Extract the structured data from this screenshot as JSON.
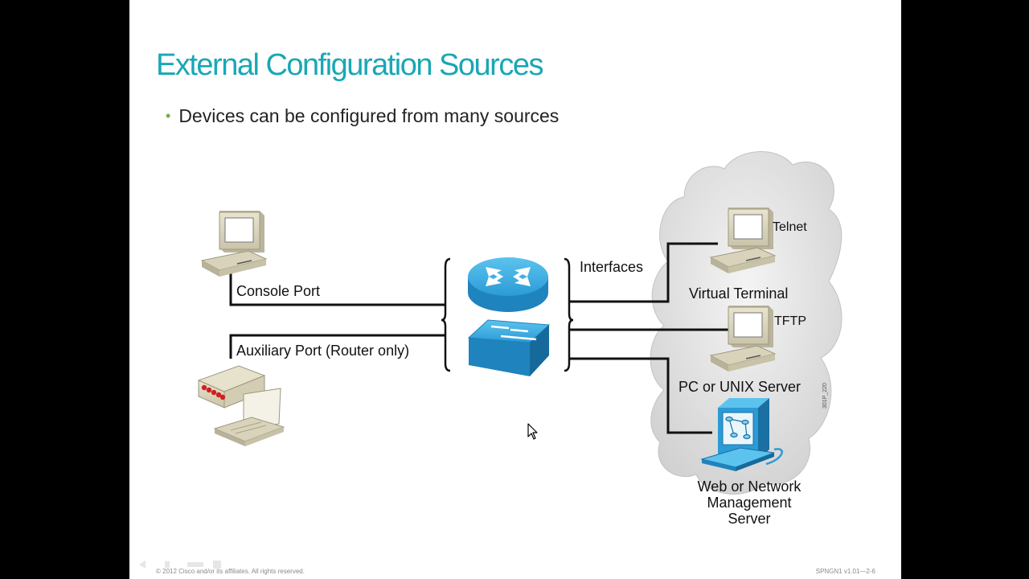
{
  "slide": {
    "title": "External Configuration Sources",
    "bullet": "Devices can be configured from many sources"
  },
  "labels": {
    "console_port": "Console Port",
    "auxiliary_port": "Auxiliary Port (Router only)",
    "interfaces": "Interfaces",
    "telnet": "Telnet",
    "virtual_terminal": "Virtual Terminal",
    "tftp": "TFTP",
    "pc_unix_server": "PC or UNIX Server",
    "web_nms_server_line1": "Web or Network",
    "web_nms_server_line2": "Management",
    "web_nms_server_line3": "Server",
    "figure_code": "301P_220"
  },
  "footer": {
    "copyright": "© 2012 Cisco and/or its affiliates. All rights reserved.",
    "course_code": "SPNGN1 v1.01—2-6"
  },
  "colors": {
    "title": "#19a7b6",
    "bullet": "#6cb33e",
    "device_blue": "#2b9bd6",
    "line": "#111111",
    "cloud": "#dcdcdc"
  },
  "icons": [
    "console-terminal-icon",
    "modem-laptop-icon",
    "router-icon",
    "switch-icon",
    "telnet-terminal-icon",
    "tftp-server-icon",
    "management-server-icon",
    "cloud-shape",
    "mouse-cursor-icon"
  ]
}
